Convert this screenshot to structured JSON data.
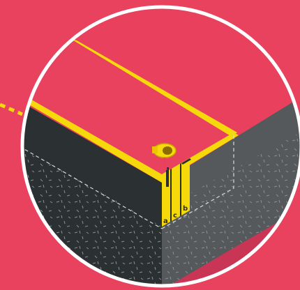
{
  "colors": {
    "background": "#e8425f",
    "circle_fill": "#e9415d",
    "circle_ring": "#ffffff",
    "slab_top": "#e8425f",
    "slab_edge_yellow": "#f5d90a",
    "slab_front_dark": "#2b3033",
    "slab_side_grey": "#55595c",
    "speckle": "#8a8f93",
    "dashed_line": "#d9dcde",
    "shadow_pink": "#c93555"
  },
  "icons": {
    "leader_line": "dashed-leader-line",
    "sealant_gun": "sealant-gun-icon",
    "joint_layers": "joint-layer-strips"
  },
  "layer_labels": {
    "a": "a",
    "b": "b",
    "c": "c"
  }
}
